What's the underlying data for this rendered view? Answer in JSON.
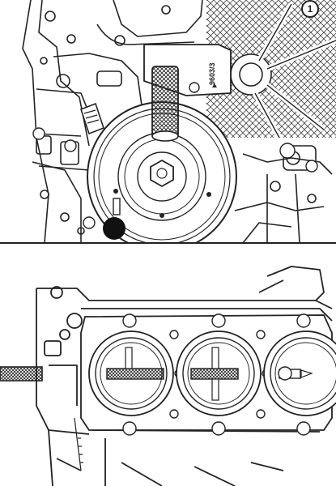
{
  "page_number": "1",
  "tool_label": "9603/3",
  "colors": {
    "ink": "#222222",
    "paper": "#ffffff",
    "hatch": "#555555"
  },
  "figures": [
    {
      "name": "top-illustration"
    },
    {
      "name": "bottom-illustration"
    }
  ]
}
